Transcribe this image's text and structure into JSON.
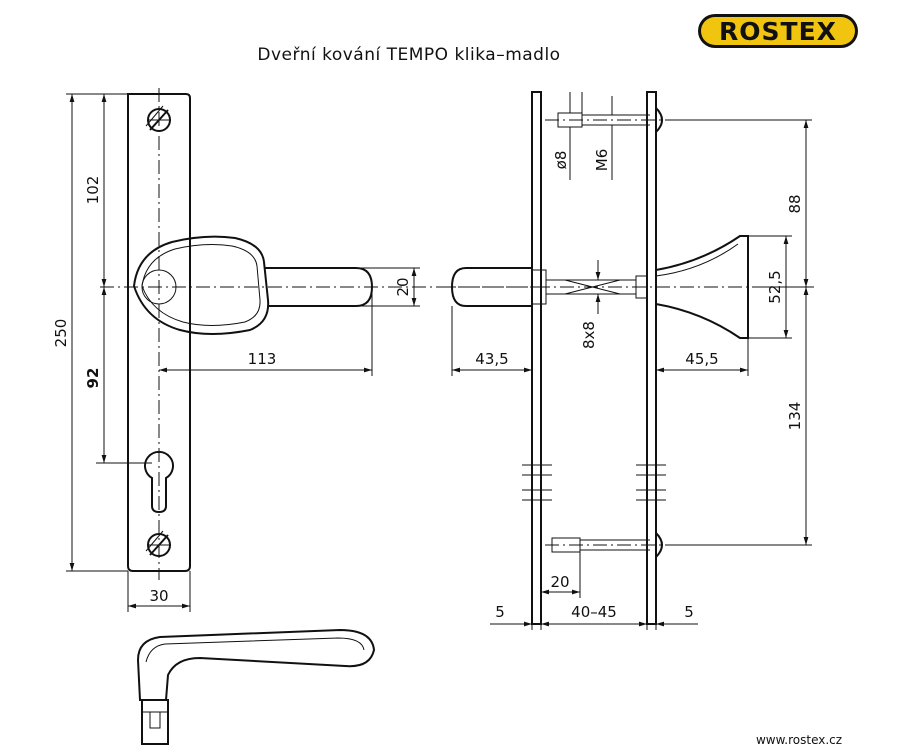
{
  "header": {
    "title": "Dveřní kování TEMPO klika–madlo",
    "brand": "ROSTEX",
    "url": "www.rostex.cz"
  },
  "colors": {
    "logo_fill": "#f1c40f",
    "logo_outline": "#111111",
    "line": "#111111"
  },
  "front_view": {
    "dims": {
      "overall_height": "250",
      "upper_height": "102",
      "lower_height": "92",
      "width": "30",
      "lever_length": "113",
      "lever_diameter": "20"
    }
  },
  "side_view": {
    "dims": {
      "screw_diameter": "ø8",
      "screw_thread": "M6",
      "upper_spacing": "88",
      "lower_spacing": "134",
      "knob_diameter": "52,5",
      "spindle": "8x8",
      "lever_projection": "43,5",
      "knob_projection": "45,5",
      "screw_offset": "20",
      "plate_left": "5",
      "door_thickness": "40–45",
      "plate_right": "5"
    }
  }
}
